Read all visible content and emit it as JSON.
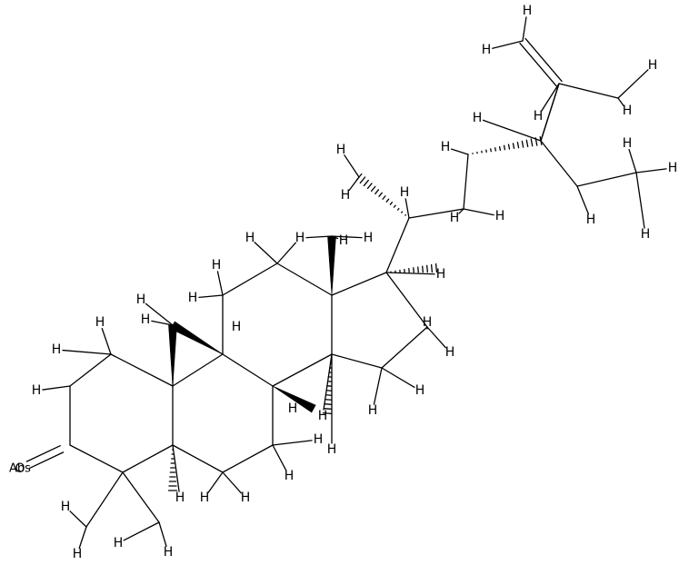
{
  "structure": {
    "atom_label_hydrogen": "H",
    "atom_label_oxygen": "O",
    "stereo_label": "Abs"
  }
}
